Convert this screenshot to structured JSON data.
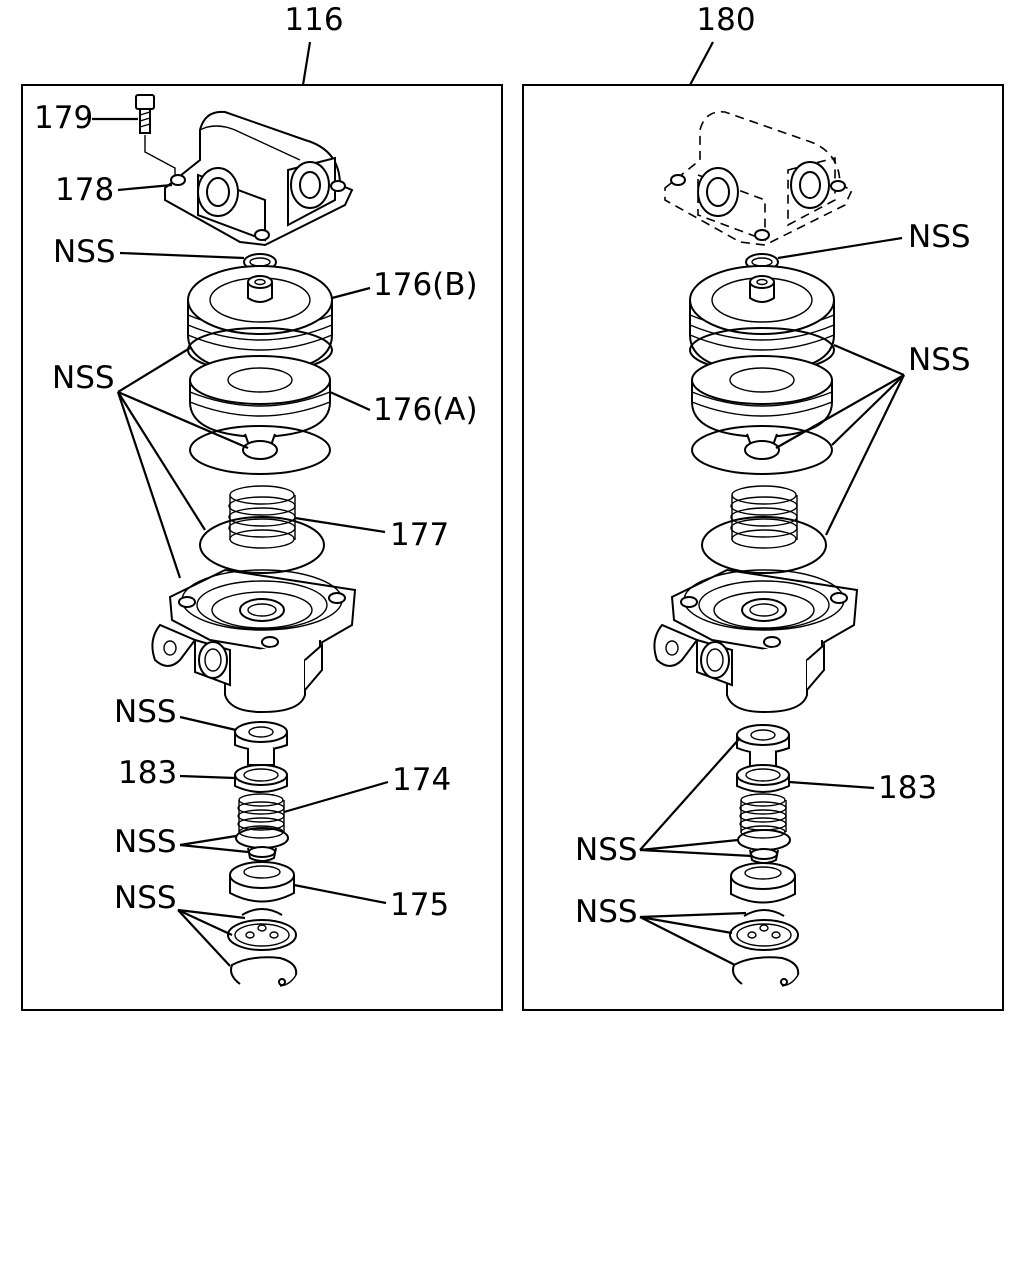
{
  "panels": [
    {
      "number": "116",
      "labels": {
        "bolt": "179",
        "cover": "178",
        "nss_top": "NSS",
        "piston_b": "176(B)",
        "nss_group": "NSS",
        "piston_a": "176(A)",
        "spring": "177",
        "nss_valve": "NSS",
        "seal": "183",
        "valve_spring": "174",
        "nss_pair": "NSS",
        "seat": "175",
        "nss_bottom": "NSS"
      }
    },
    {
      "number": "180",
      "labels": {
        "nss_top": "NSS",
        "nss_group": "NSS",
        "seal": "183",
        "nss_pair": "NSS",
        "nss_bottom": "NSS"
      }
    }
  ]
}
